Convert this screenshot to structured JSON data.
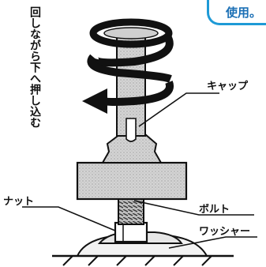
{
  "badge": {
    "text": "使用。"
  },
  "instruction": "回しながら下へ押し込む",
  "labels": {
    "cap": "キャップ",
    "nut": "ナット",
    "bolt": "ボルト",
    "washer": "ワッシャー"
  },
  "colors": {
    "badge_border": "#1e9ad6",
    "badge_text": "#1b6fb5",
    "line": "#111111"
  }
}
